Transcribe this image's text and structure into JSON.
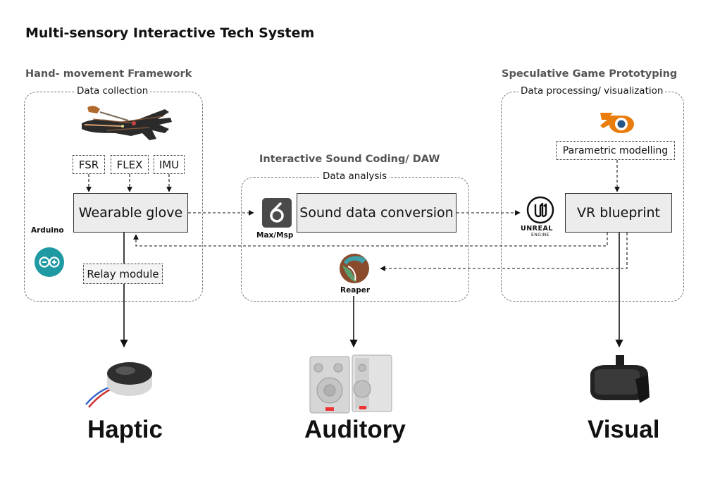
{
  "title": "Multi-sensory Interactive Tech System",
  "sections": {
    "hand": {
      "title": "Hand- movement Framework",
      "group_label": "Data collection"
    },
    "sound": {
      "title": "Interactive Sound Coding/ DAW",
      "group_label": "Data analysis"
    },
    "game": {
      "title": "Speculative Game Prototyping",
      "group_label": "Data processing/ visualization"
    }
  },
  "sensors": [
    "FSR",
    "FLEX",
    "IMU"
  ],
  "nodes": {
    "wearable_glove": "Wearable glove",
    "relay_module": "Relay module",
    "sound_conversion": "Sound data conversion",
    "vr_blueprint": "VR blueprint",
    "parametric_modelling": "Parametric modelling"
  },
  "logos": {
    "arduino": "Arduino",
    "maxmsp": "Max/Msp",
    "reaper": "Reaper",
    "unreal": {
      "line1": "UNREAL",
      "line2": "ENGINE"
    }
  },
  "outputs": [
    "Haptic",
    "Auditory",
    "Visual"
  ],
  "colors": {
    "node_fill": "#ececec",
    "arduino_teal": "#1f9aa3",
    "blender_orange": "#e87d0d",
    "blender_blue": "#265787",
    "reaper_green": "#5aa06c",
    "reaper_brown": "#8a4a2c"
  },
  "icons": {
    "glove": "wearable-glove-photo",
    "arduino": "arduino-icon",
    "maxmsp": "maxmsp-icon",
    "reaper": "reaper-icon",
    "unreal": "unreal-engine-icon",
    "blender": "blender-icon",
    "motor": "vibration-motor-photo",
    "speakers": "speakers-photo",
    "headset": "vr-headset-photo"
  }
}
